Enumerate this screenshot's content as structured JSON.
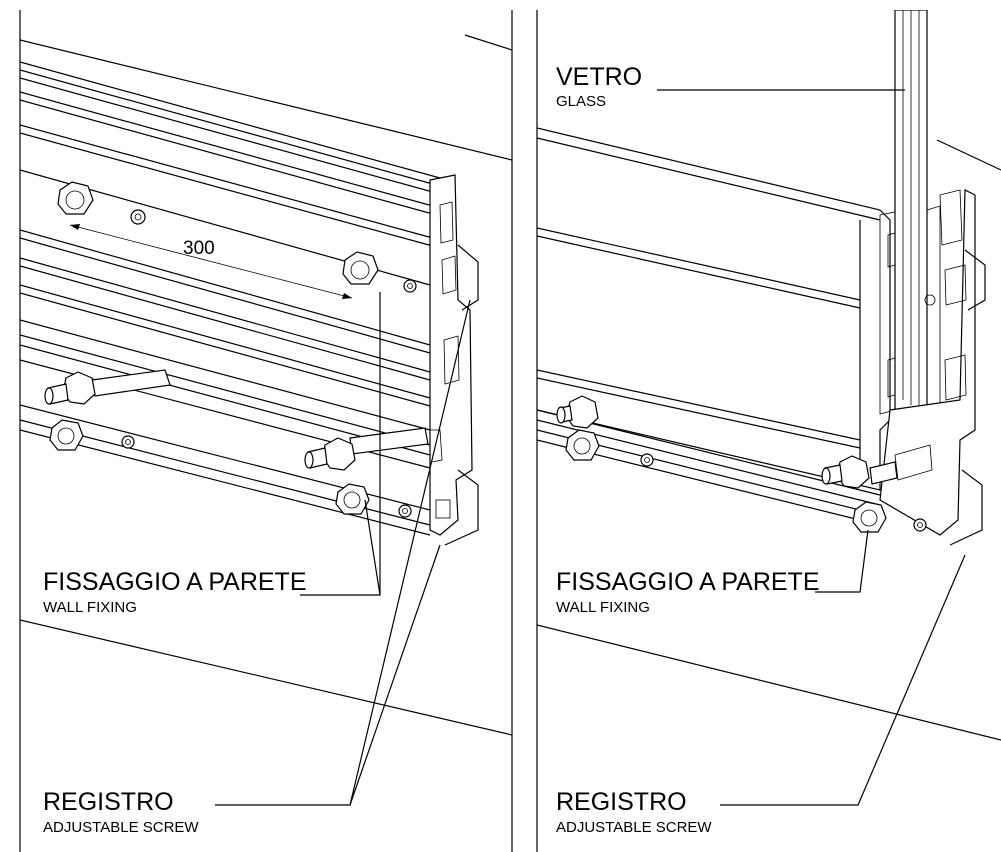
{
  "left_panel": {
    "dimension": "300",
    "wall_fixing": {
      "main": "FISSAGGIO A PARETE",
      "sub": "WALL FIXING"
    },
    "adjustable_screw": {
      "main": "REGISTRO",
      "sub": "ADJUSTABLE SCREW"
    }
  },
  "right_panel": {
    "glass": {
      "main": "VETRO",
      "sub": "GLASS"
    },
    "wall_fixing": {
      "main": "FISSAGGIO A PARETE",
      "sub": "WALL FIXING"
    },
    "adjustable_screw": {
      "main": "REGISTRO",
      "sub": "ADJUSTABLE SCREW"
    }
  }
}
